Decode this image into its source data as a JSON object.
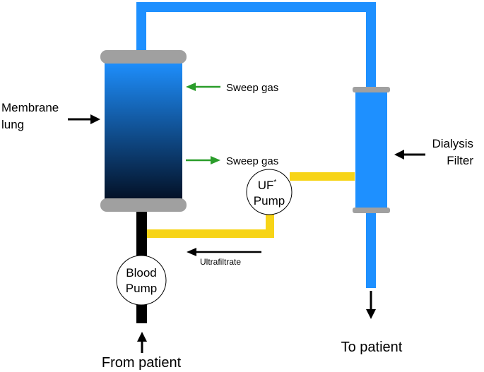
{
  "labels": {
    "membrane_lung_line1": "Membrane",
    "membrane_lung_line2": "lung",
    "sweep_gas_in": "Sweep gas",
    "sweep_gas_out": "Sweep gas",
    "dialysis_filter_line1": "Dialysis",
    "dialysis_filter_line2": "Filter",
    "uf_pump_line1": "UF",
    "uf_pump_sup": "*",
    "uf_pump_line2": "Pump",
    "blood_pump_line1": "Blood",
    "blood_pump_line2": "Pump",
    "ultrafiltrate": "Ultrafiltrate",
    "from_patient": "From patient",
    "to_patient": "To patient"
  },
  "colors": {
    "blood_tubing": "#1e90ff",
    "venous_tubing": "#000000",
    "ultrafiltrate_tubing": "#f7d417",
    "cap_gray": "#a0a0a0",
    "gas_arrow": "#2a9d2a",
    "arrow": "#000000",
    "lung_gradient_top": "#1e90ff",
    "lung_gradient_bottom": "#020c1e"
  }
}
